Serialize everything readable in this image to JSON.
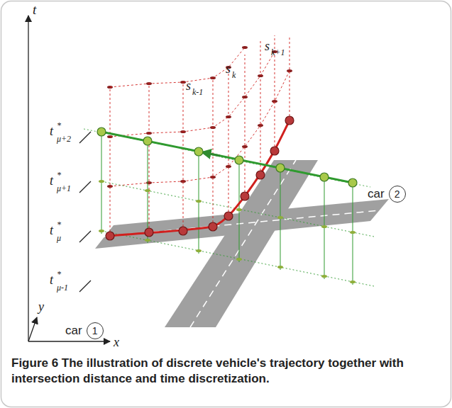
{
  "diagram": {
    "caption": "Figure 6 The illustration of discrete vehicle's trajectory together with intersection distance and time discretization.",
    "nodes": [
      {
        "text": [
          "car",
          "1"
        ]
      },
      {
        "text": [
          "car",
          "2"
        ]
      }
    ],
    "labels": [
      "t",
      "t",
      "*",
      "μ+2",
      "t",
      "*",
      "μ+1",
      "t",
      "*",
      "μ",
      "t",
      "*",
      "μ-1",
      "s",
      "k-1",
      "s",
      "k",
      "s",
      "k+1",
      "y",
      "x"
    ]
  }
}
